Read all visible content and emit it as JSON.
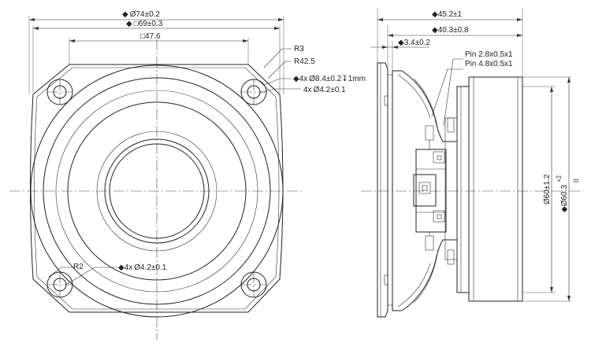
{
  "front_view": {
    "dims": {
      "outer_diameter": "◆ Ø74±0.2",
      "square_size": "◆ □69±0.3",
      "hole_spacing": "□47.6",
      "corner_radius": "R3",
      "radius_large": "R42.5",
      "counterbore": "◆4x Ø8.4±0.2↧1mm",
      "mount_holes": "4x Ø4.2±0.1",
      "corner_radius_2": "R2",
      "mount_holes_2": "◆4x Ø4.2±0.1"
    }
  },
  "side_view": {
    "dims": {
      "overall_depth": "◆45.2±1",
      "body_depth": "◆40.3±0.8",
      "flange_thickness": "◆3.4±0.2",
      "pin_large": "Pin 2.8x0.5x1",
      "pin_small": "Pin 4.8x0.5x1",
      "body_diameter": "Ø60±1.2",
      "magnet_diameter": "◆Ø60.3",
      "magnet_tol_upper": "+2",
      "magnet_tol_lower": "0"
    }
  }
}
